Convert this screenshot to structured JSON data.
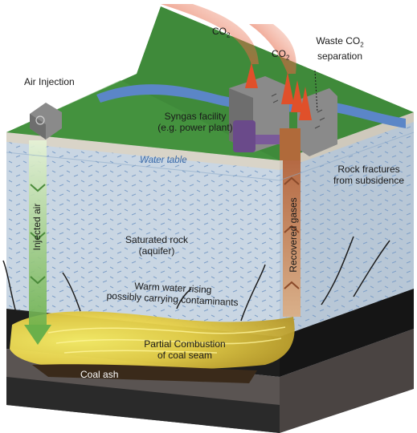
{
  "labels": {
    "air_injection": "Air Injection",
    "co2_left": "CO",
    "co2_right": "CO",
    "co2_subscript": "2",
    "waste_co2_line1": "Waste CO",
    "waste_co2_line2": "separation",
    "syngas_line1": "Syngas facility",
    "syngas_line2": "(e.g. power plant)",
    "water_table": "Water table",
    "rock_fractures_line1": "Rock fractures",
    "rock_fractures_line2": "from subsidence",
    "injected_air": "Injected air",
    "recovered_gases": "Recovered gases",
    "saturated_rock_line1": "Saturated rock",
    "saturated_rock_line2": "(aquifer)",
    "warm_water_line1": "Warm water rising",
    "warm_water_line2": "possibly carrying contaminants",
    "partial_combustion_line1": "Partial Combustion",
    "partial_combustion_line2": "of coal seam",
    "coal_ash": "Coal ash"
  },
  "colors": {
    "grass": "#3f8a3a",
    "river": "#5b86c7",
    "aquifer": "#c9d6e3",
    "coal_seam": "#1d1d1d",
    "combustion": "#e8d84a",
    "smoke": "#e0502a",
    "injection_arrow": "#9ccf6a",
    "recovery_arrow": "#c98a6a"
  }
}
